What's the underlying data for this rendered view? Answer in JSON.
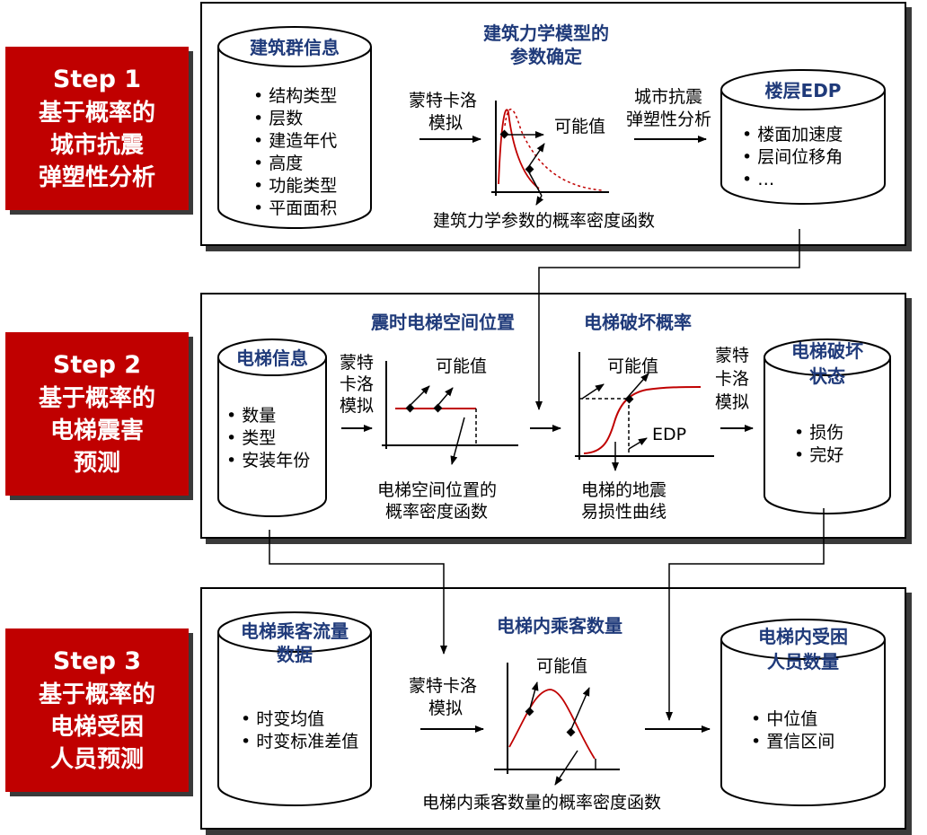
{
  "steps": [
    {
      "num": "Step 1",
      "l1": "基于概率的",
      "l2": "城市抗震",
      "l3": "弹塑性分析"
    },
    {
      "num": "Step 2",
      "l1": "基于概率的",
      "l2": "电梯震害",
      "l3": "预测"
    },
    {
      "num": "Step 3",
      "l1": "基于概率的",
      "l2": "电梯受困",
      "l3": "人员预测"
    }
  ],
  "p1": {
    "db_title": "建筑群信息",
    "db_items": [
      "结构类型",
      "层数",
      "建造年代",
      "高度",
      "功能类型",
      "平面面积"
    ],
    "arrow1": [
      "蒙特卡洛",
      "模拟"
    ],
    "chart_title": [
      "建筑力学模型的",
      "参数确定"
    ],
    "possible": "可能值",
    "pdf_label": "建筑力学参数的概率密度函数",
    "arrow2": [
      "城市抗震",
      "弹塑性分析"
    ],
    "edp_title": "楼层EDP",
    "edp_items": [
      "楼面加速度",
      "层间位移角",
      "…"
    ]
  },
  "p2": {
    "db_title": "电梯信息",
    "db_items": [
      "数量",
      "类型",
      "安装年份"
    ],
    "arrow1": [
      "蒙特",
      "卡洛",
      "模拟"
    ],
    "chart1_title": "震时电梯空间位置",
    "possible1": "可能值",
    "chart1_label": [
      "电梯空间位置的",
      "概率密度函数"
    ],
    "chart2_title": "电梯破坏概率",
    "possible2": "可能值",
    "edp": "EDP",
    "chart2_label": [
      "电梯的地震",
      "易损性曲线"
    ],
    "arrow2": [
      "蒙特",
      "卡洛",
      "模拟"
    ],
    "state_title": [
      "电梯破坏",
      "状态"
    ],
    "state_items": [
      "损伤",
      "完好"
    ]
  },
  "p3": {
    "db_title": [
      "电梯乘客流量",
      "数据"
    ],
    "db_items": [
      "时变均值",
      "时变标准差值"
    ],
    "arrow1": [
      "蒙特卡洛",
      "模拟"
    ],
    "chart_title": "电梯内乘客数量",
    "possible": "可能值",
    "pdf_label": "电梯内乘客数量的概率密度函数",
    "out_title": [
      "电梯内受困",
      "人员数量"
    ],
    "out_items": [
      "中位值",
      "置信区间"
    ]
  },
  "colors": {
    "step_bg": "#c00000",
    "heading": "#1f3a7a",
    "curve": "#c00000"
  }
}
